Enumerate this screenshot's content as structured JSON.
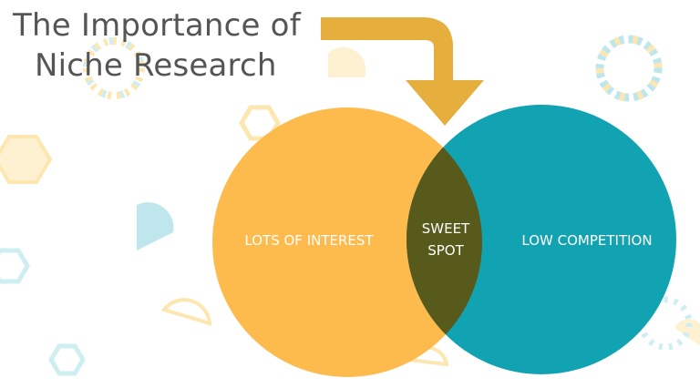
{
  "title": {
    "line1": "The Importance of",
    "line2": "Niche Research"
  },
  "venn": {
    "left_label": "LOTS OF INTEREST",
    "right_label": "LOW COMPETITION",
    "center_line1": "SWEET",
    "center_line2": "SPOT"
  },
  "colors": {
    "left_circle": "#fdbb4d",
    "right_circle": "#12a3b3",
    "overlap": "#575a1a",
    "arrow": "#e6ae3c",
    "title_text": "#555555",
    "decor_teal": "#9fd8e0",
    "decor_yellow": "#fde7b0"
  },
  "icons": {
    "arrow": "bent-arrow-icon"
  }
}
